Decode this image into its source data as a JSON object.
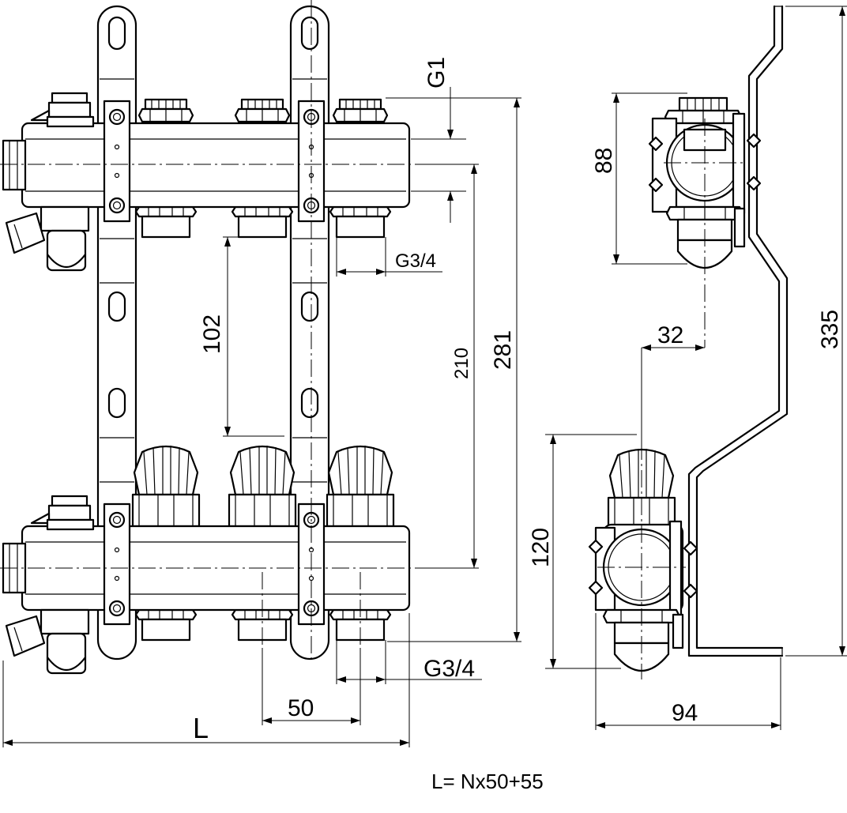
{
  "labels": {
    "g1": "G1",
    "g34_top": "G3/4",
    "g34_bottom": "G3/4",
    "dim_102": "102",
    "dim_210": "210",
    "dim_281": "281",
    "dim_50": "50",
    "dim_l": "L",
    "dim_88": "88",
    "dim_32": "32",
    "dim_335": "335",
    "dim_120": "120",
    "dim_94": "94",
    "formula": "L= Nx50+55"
  }
}
